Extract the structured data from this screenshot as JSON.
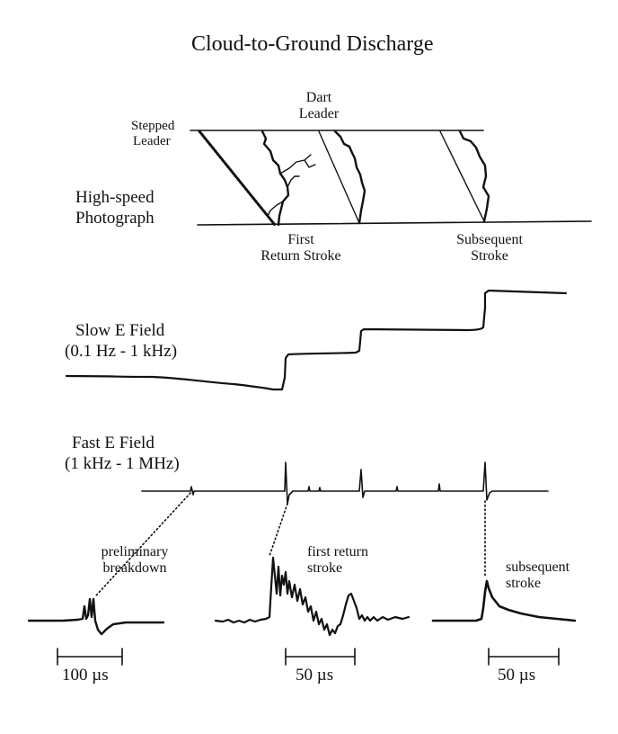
{
  "title": "Cloud-to-Ground Discharge",
  "photo": {
    "dart_leader": [
      "Dart",
      "Leader"
    ],
    "stepped_leader": [
      "Stepped",
      "Leader"
    ],
    "label": [
      "High-speed",
      "Photograph"
    ],
    "first_return": [
      "First",
      "Return Stroke"
    ],
    "subsequent": [
      "Subsequent",
      "Stroke"
    ]
  },
  "slow_field": {
    "label": [
      "Slow E Field",
      "(0.1 Hz - 1 kHz)"
    ]
  },
  "fast_field": {
    "label": [
      "Fast E Field",
      "(1 kHz - 1 MHz)"
    ]
  },
  "zooms": [
    {
      "caption": [
        "preliminary",
        "breakdown"
      ],
      "scale": "100 µs"
    },
    {
      "caption": [
        "first return",
        "stroke"
      ],
      "scale": "50 µs"
    },
    {
      "caption": [
        "subsequent",
        "stroke"
      ],
      "scale": "50 µs"
    }
  ],
  "colors": {
    "ink": "#111111",
    "background": "#ffffff"
  }
}
